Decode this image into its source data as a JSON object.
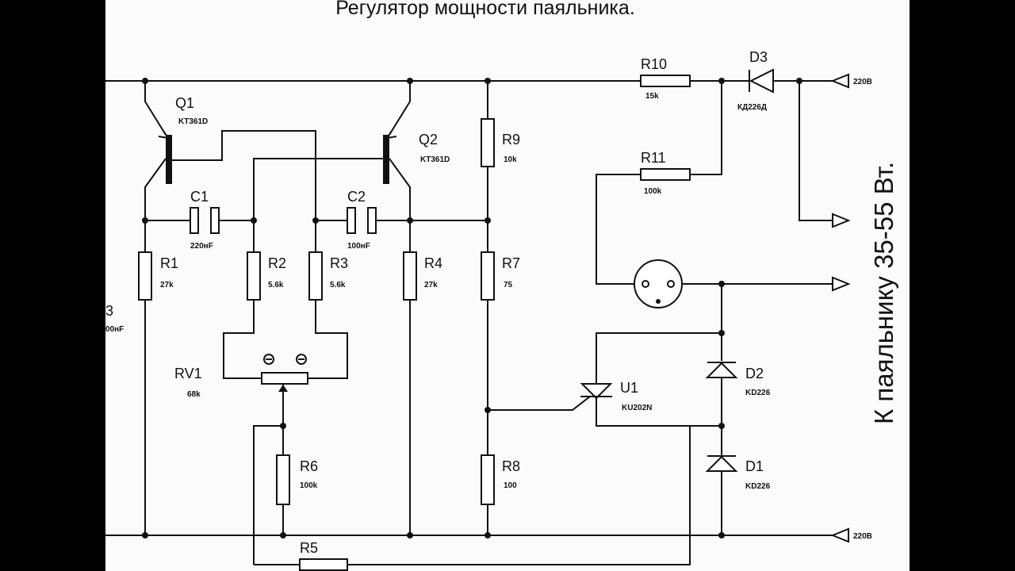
{
  "diagram": {
    "title": "Регулятор мощности паяльника.",
    "side_label": "К паяльнику 35-55 Вт.",
    "terminal_label": "220В",
    "clipped_label": "3",
    "clipped_value": "00нF"
  },
  "components": {
    "Q1": {
      "ref": "Q1",
      "value": "KT361D"
    },
    "Q2": {
      "ref": "Q2",
      "value": "KT361D"
    },
    "C1": {
      "ref": "C1",
      "value": "220нF"
    },
    "C2": {
      "ref": "C2",
      "value": "100нF"
    },
    "R1": {
      "ref": "R1",
      "value": "27k"
    },
    "R2": {
      "ref": "R2",
      "value": "5.6k"
    },
    "R3": {
      "ref": "R3",
      "value": "5.6k"
    },
    "R4": {
      "ref": "R4",
      "value": "27k"
    },
    "R5": {
      "ref": "R5",
      "value": ""
    },
    "R6": {
      "ref": "R6",
      "value": "100k"
    },
    "R7": {
      "ref": "R7",
      "value": "75"
    },
    "R8": {
      "ref": "R8",
      "value": "100"
    },
    "R9": {
      "ref": "R9",
      "value": "10k"
    },
    "R10": {
      "ref": "R10",
      "value": "15k"
    },
    "R11": {
      "ref": "R11",
      "value": "100k"
    },
    "RV1": {
      "ref": "RV1",
      "value": "68k"
    },
    "U1": {
      "ref": "U1",
      "value": "KU202N"
    },
    "D1": {
      "ref": "D1",
      "value": "KD226"
    },
    "D2": {
      "ref": "D2",
      "value": "KD226"
    },
    "D3": {
      "ref": "D3",
      "value": "КД226Д"
    }
  }
}
